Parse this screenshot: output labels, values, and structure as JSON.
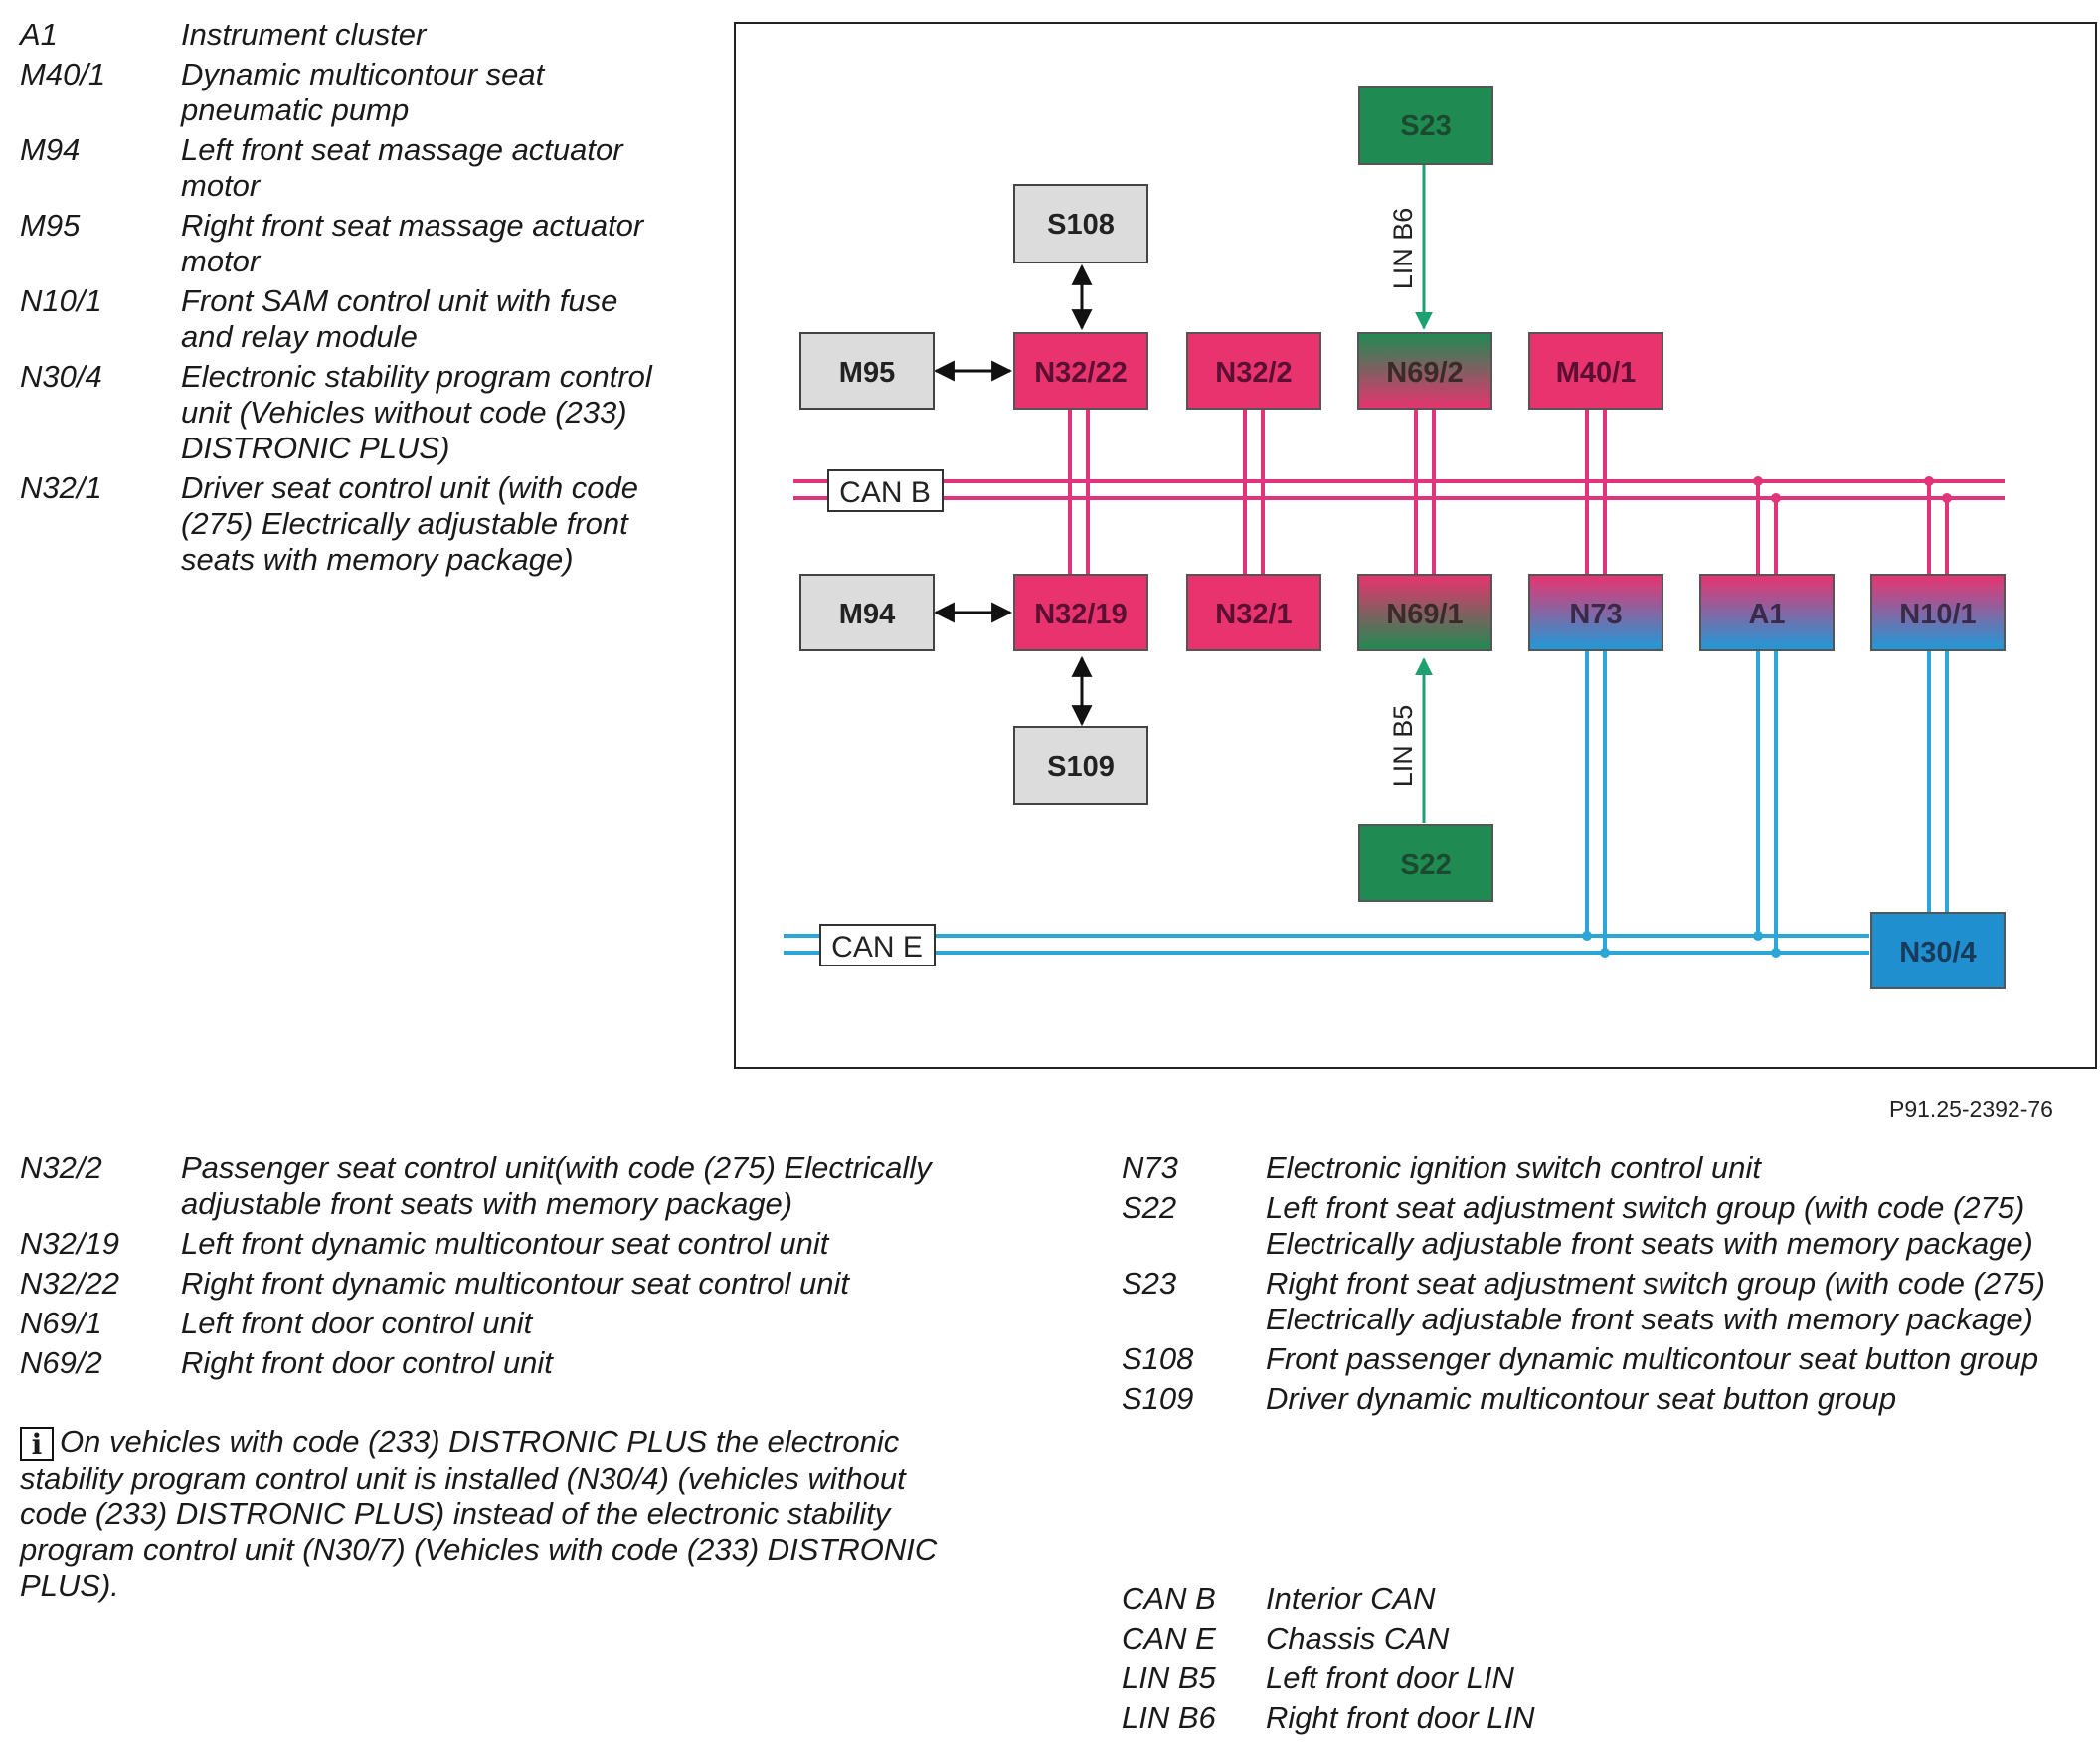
{
  "figure_id": "P91.25-2392-76",
  "colors": {
    "can_b": "#e0357a",
    "can_e": "#2ba6d6",
    "lin": "#1fa070",
    "gray_node": "#dcdcdc",
    "pink_node": "#e8336f",
    "green_node": "#1f8a52",
    "blue_node": "#1f8fd0"
  },
  "legend_top": [
    {
      "code": "A1",
      "desc": "Instrument cluster"
    },
    {
      "code": "M40/1",
      "desc": "Dynamic multicontour seat pneumatic pump"
    },
    {
      "code": "M94",
      "desc": "Left front seat massage actuator motor"
    },
    {
      "code": "M95",
      "desc": "Right front seat massage actuator motor"
    },
    {
      "code": "N10/1",
      "desc": "Front SAM control unit with fuse and relay module"
    },
    {
      "code": "N30/4",
      "desc": "Electronic stability program control unit (Vehicles without code (233) DISTRONIC PLUS)"
    },
    {
      "code": "N32/1",
      "desc": "Driver seat control unit (with code (275) Electrically adjustable front seats with memory package)"
    }
  ],
  "legend_bottom_left": [
    {
      "code": "N32/2",
      "desc": "Passenger seat control unit(with code (275) Electrically adjustable front seats with memory package)"
    },
    {
      "code": "N32/19",
      "desc": "Left front dynamic multicontour seat control unit"
    },
    {
      "code": "N32/22",
      "desc": "Right front dynamic multicontour seat control unit"
    },
    {
      "code": "N69/1",
      "desc": "Left front door control unit"
    },
    {
      "code": "N69/2",
      "desc": "Right front door control unit"
    }
  ],
  "legend_bottom_right": [
    {
      "code": "N73",
      "desc": "Electronic ignition switch control unit"
    },
    {
      "code": "S22",
      "desc": "Left front seat adjustment switch group (with code (275) Electrically adjustable front seats with memory package)"
    },
    {
      "code": "S23",
      "desc": "Right front seat adjustment switch group (with code (275) Electrically adjustable front seats with memory package)"
    },
    {
      "code": "S108",
      "desc": "Front passenger dynamic multicontour seat button group"
    },
    {
      "code": "S109",
      "desc": "Driver dynamic multicontour seat button group"
    }
  ],
  "legend_bus": [
    {
      "code": "CAN B",
      "desc": "Interior CAN"
    },
    {
      "code": "CAN E",
      "desc": "Chassis CAN"
    },
    {
      "code": "LIN B5",
      "desc": "Left front door LIN"
    },
    {
      "code": "LIN B6",
      "desc": "Right front door LIN"
    }
  ],
  "note": "On vehicles with code (233) DISTRONIC PLUS the electronic stability program control unit is installed (N30/4) (vehicles without code (233) DISTRONIC PLUS) instead of the electronic stability program control unit (N30/7) (Vehicles with code (233) DISTRONIC PLUS).",
  "diagram": {
    "buses": {
      "can_b": "CAN B",
      "can_e": "CAN E",
      "lin_b6": "LIN B6",
      "lin_b5": "LIN B5"
    },
    "nodes": {
      "s23": "S23",
      "s108": "S108",
      "m95": "M95",
      "n32_22": "N32/22",
      "n32_2": "N32/2",
      "n69_2": "N69/2",
      "m40_1": "M40/1",
      "m94": "M94",
      "n32_19": "N32/19",
      "n32_1": "N32/1",
      "n69_1": "N69/1",
      "n73": "N73",
      "a1": "A1",
      "n10_1": "N10/1",
      "s109": "S109",
      "s22": "S22",
      "n30_4": "N30/4"
    }
  }
}
